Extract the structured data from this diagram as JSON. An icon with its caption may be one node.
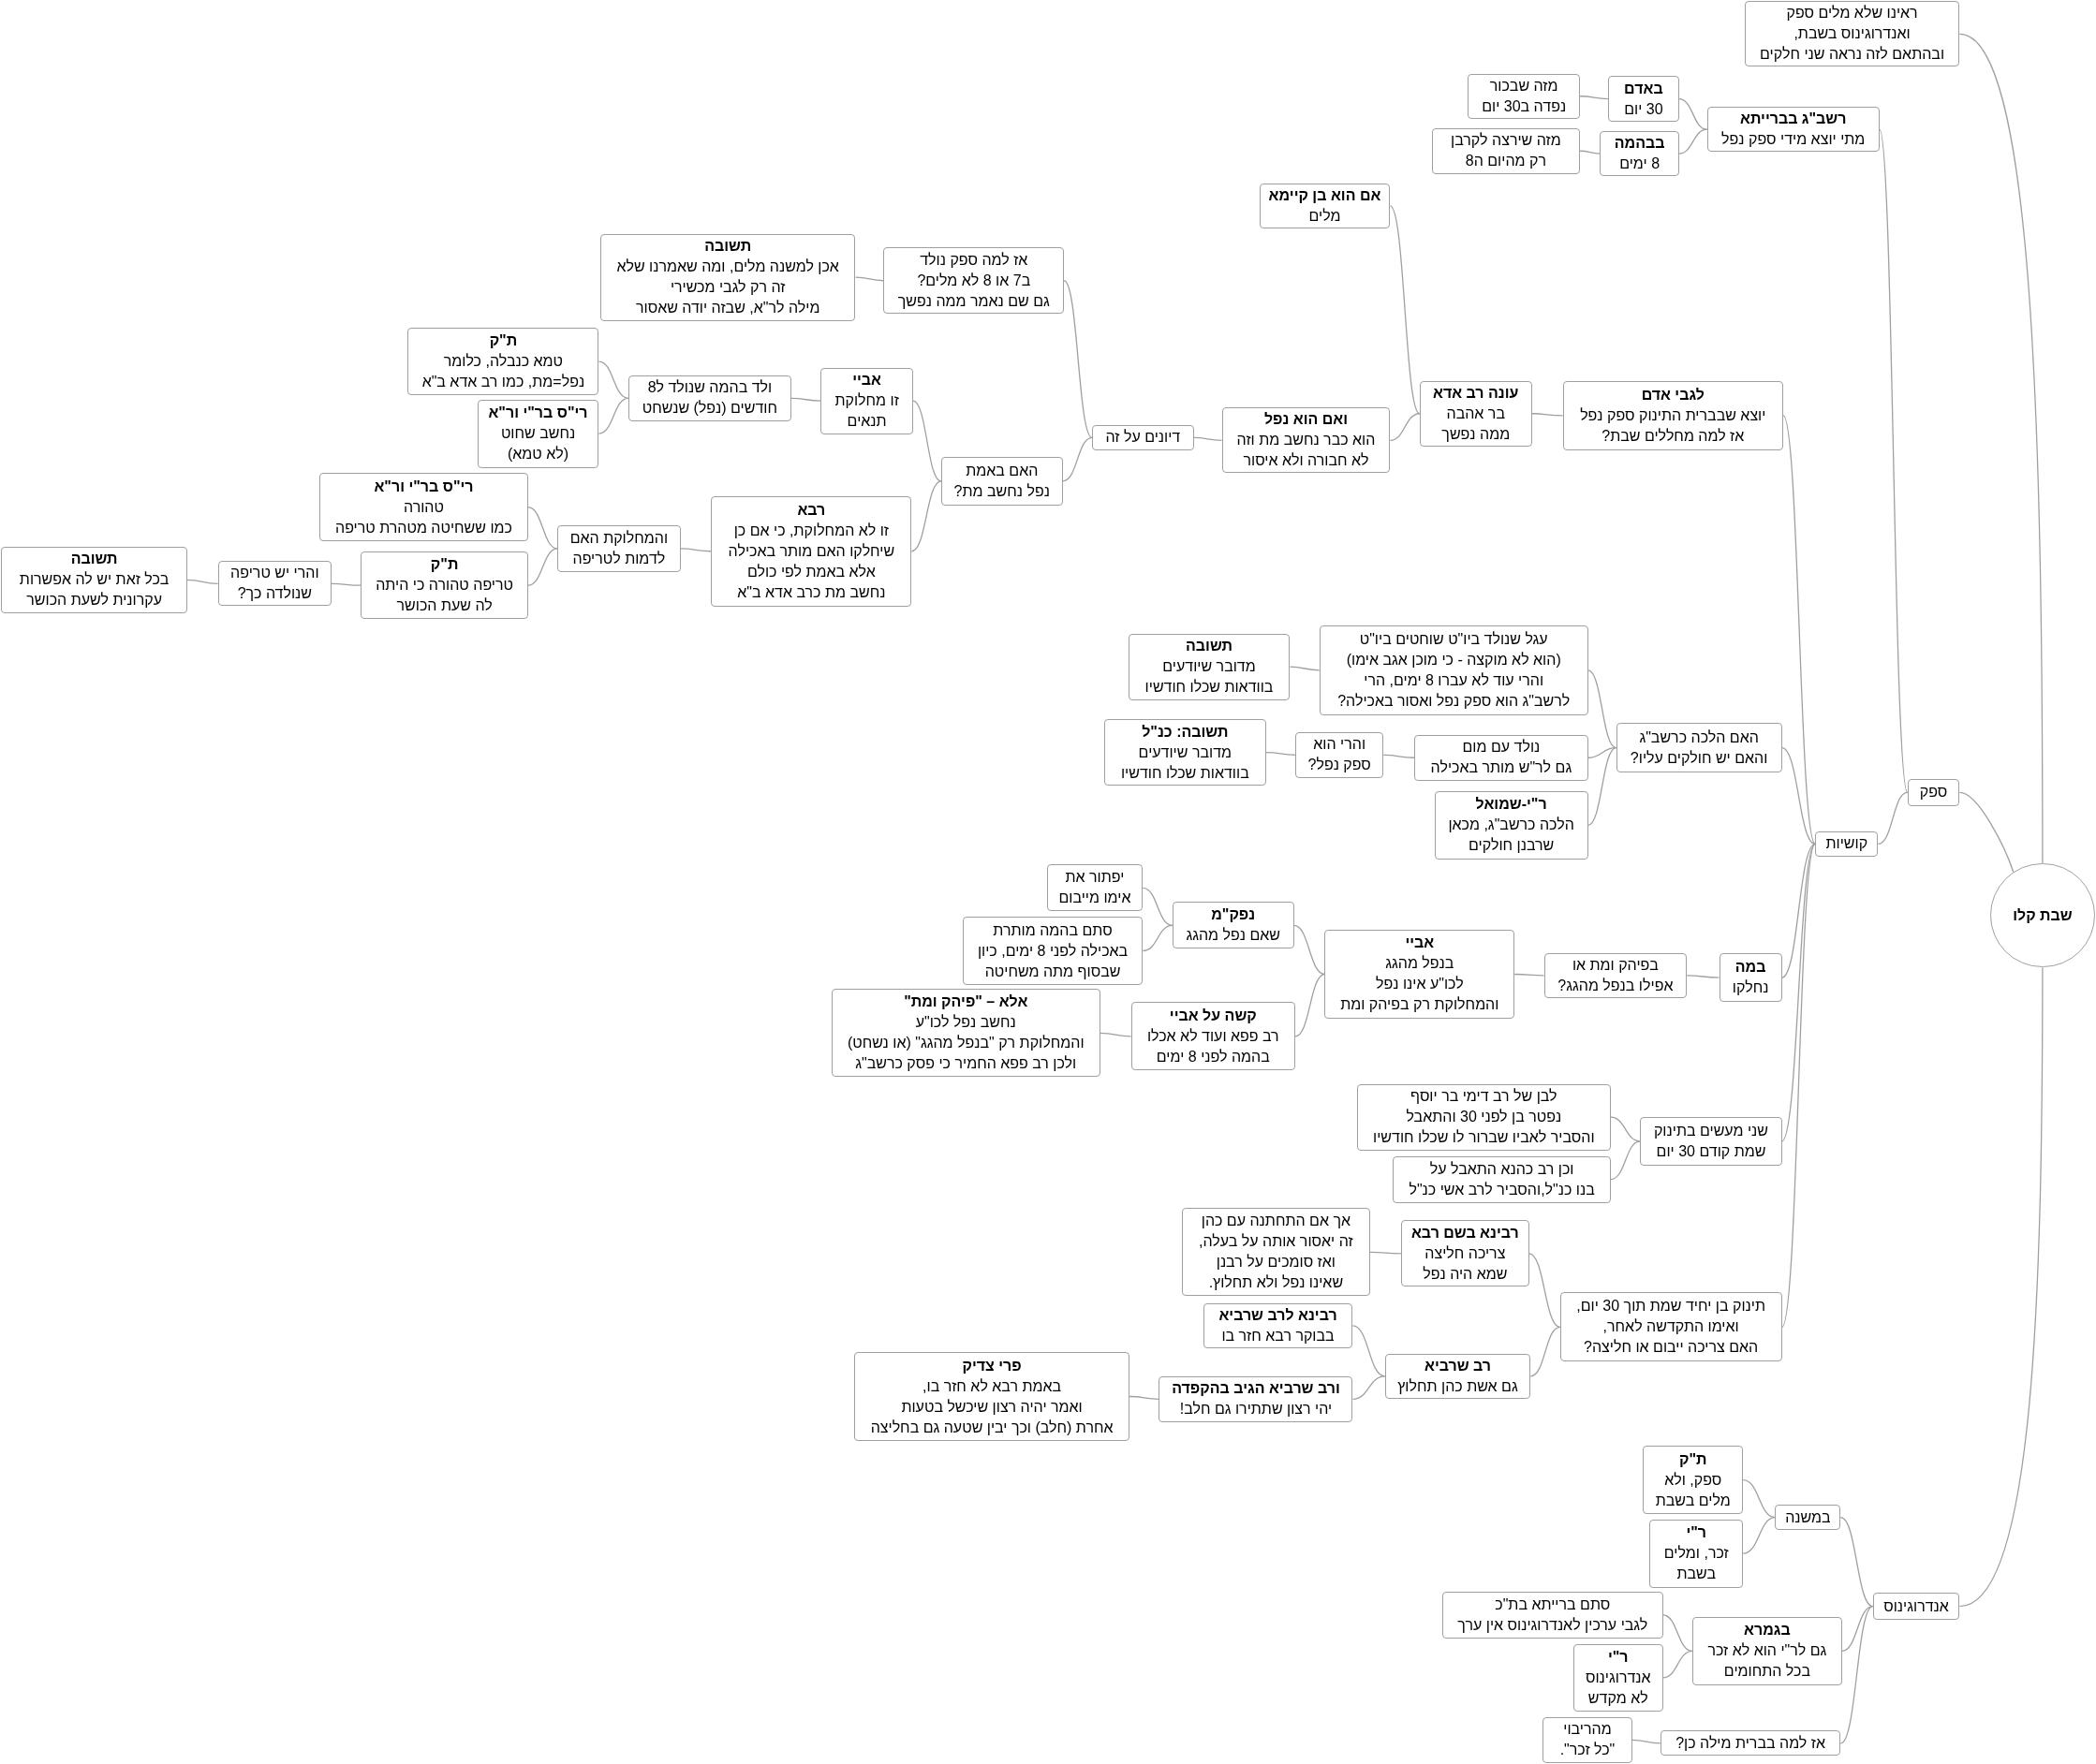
{
  "diagram": {
    "nodes": [
      {
        "text": [
          "שבת קלו"
        ]
      },
      {
        "text": [
          "ראינו שלא מלים ספק ואנדרוגינוס בשבת, ובהתאם לזה נראה שני חלקים"
        ]
      },
      {
        "text": [
          "ספק"
        ]
      },
      {
        "text": [
          "רשב\"ג בברייתא",
          "מתי יוצא מידי ספק נפל"
        ]
      },
      {
        "text": [
          "באדם",
          "30 יום"
        ]
      },
      {
        "text": [
          "מזה שבכור נפדה ב30 יום"
        ]
      },
      {
        "text": [
          "בבהמה",
          "8 ימים"
        ]
      },
      {
        "text": [
          "מזה שירצה לקרבן רק מהיום ה8"
        ]
      },
      {
        "text": [
          "קושיות"
        ]
      },
      {
        "text": [
          "לגבי אדם",
          "יוצא שבברית התינוק ספק נפל אז למה מחללים שבת?"
        ]
      },
      {
        "text": [
          "עונה רב אדא",
          "בר אהבה ממה נפשך"
        ]
      },
      {
        "text": [
          "אם הוא בן קיימא",
          "מלים"
        ]
      },
      {
        "text": [
          "ואם הוא נפל",
          "הוא כבר נחשב מת וזה לא חבורה ולא איסור"
        ]
      },
      {
        "text": [
          "דיונים על זה"
        ]
      },
      {
        "text": [
          "אז למה ספק נולד ב7 או 8 לא מלים? גם שם נאמר ממה נפשך"
        ]
      },
      {
        "text": [
          "תשובה",
          "אכן למשנה מלים, ומה שאמרנו שלא זה רק לגבי מכשירי מילה לר\"א, שבזה יודה שאסור"
        ]
      },
      {
        "text": [
          "האם באמת נפל נחשב מת?"
        ]
      },
      {
        "text": [
          "אביי",
          "זו מחלוקת תנאים"
        ]
      },
      {
        "text": [
          "ולד בהמה שנולד ל8 חודשים (נפל) שנשחט"
        ]
      },
      {
        "text": [
          "ת\"ק",
          "טמא כנבלה, כלומר נפל=מת, כמו רב אדא ב\"א"
        ]
      },
      {
        "text": [
          "רי\"ס בר\"י ור\"א",
          "נחשב שחוט (לא טמא)"
        ]
      },
      {
        "text": [
          "רבא",
          "זו לא המחלוקת, כי אם כן שיחלקו האם מותר באכילה אלא באמת לפי כולם נחשב מת כרב אדא ב\"א"
        ]
      },
      {
        "text": [
          "והמחלוקת האם לדמות לטריפה"
        ]
      },
      {
        "text": [
          "רי\"ס בר\"י ור\"א",
          "טהורה כמו ששחיטה מטהרת טריפה"
        ]
      },
      {
        "text": [
          "ת\"ק",
          "טריפה טהורה כי היתה לה שעת הכושר"
        ]
      },
      {
        "text": [
          "והרי יש טריפה שנולדה כך?"
        ]
      },
      {
        "text": [
          "תשובה",
          "בכל זאת יש לה אפשרות עקרונית לשעת הכושר"
        ]
      },
      {
        "text": [
          "האם הלכה כרשב\"ג והאם יש חולקים עליו?"
        ]
      },
      {
        "text": [
          "עגל שנולד ביו\"ט שוחטים ביו\"ט (הוא לא מוקצה - כי מוכן אגב אימו) והרי עוד לא עברו 8 ימים, הרי לרשב\"ג הוא ספק נפל ואסור באכילה?"
        ]
      },
      {
        "text": [
          "תשובה",
          "מדובר שיודעים בוודאות שכלו חודשיו"
        ]
      },
      {
        "text": [
          "נולד עם מום גם לר\"ש מותר באכילה"
        ]
      },
      {
        "text": [
          "והרי הוא ספק נפל?"
        ]
      },
      {
        "text": [
          "תשובה: כנ\"ל",
          "מדובר שיודעים בוודאות שכלו חודשיו"
        ]
      },
      {
        "text": [
          "ר\"י-שמואל",
          "הלכה כרשב\"ג, מכאן שרבנן חולקים"
        ]
      },
      {
        "text": [
          "במה",
          "נחלקו"
        ]
      },
      {
        "text": [
          "בפיהק ומת או אפילו בנפל מהגג?"
        ]
      },
      {
        "text": [
          "אביי",
          "בנפל מהגג לכו\"ע אינו נפל והמחלוקת רק בפיהק ומת"
        ]
      },
      {
        "text": [
          "נפק\"מ",
          "שאם נפל מהגג"
        ]
      },
      {
        "text": [
          "יפתור את אימו מייבום"
        ]
      },
      {
        "text": [
          "סתם בהמה מותרת באכילה לפני 8 ימים, כיון שבסוף מתה משחיטה"
        ]
      },
      {
        "text": [
          "קשה על אביי",
          "רב פפא ועוד לא אכלו בהמה לפני 8 ימים"
        ]
      },
      {
        "text": [
          "אלא – \"פיהק ומת\"",
          "נחשב נפל לכו\"ע והמחלוקת רק \"בנפל מהגג\" (או נשחט) ולכן רב פפא החמיר כי פסק כרשב\"ג"
        ]
      },
      {
        "text": [
          "שני מעשים בתינוק שמת קודם 30 יום"
        ]
      },
      {
        "text": [
          "לבן של רב דימי בר יוסף נפטר בן לפני 30 והתאבל והסביר לאביו שברור לו שכלו חודשיו"
        ]
      },
      {
        "text": [
          "וכן רב כהנא התאבל על בנו כנ\"ל,והסביר לרב אשי כנ\"ל"
        ]
      },
      {
        "text": [
          "תינוק בן יחיד שמת תוך 30 יום, ואימו התקדשה לאחר, האם צריכה ייבום או חליצה?"
        ]
      },
      {
        "text": [
          "רבינא בשם רבא",
          "צריכה חליצה שמא היה נפל"
        ]
      },
      {
        "text": [
          "אך אם התחתנה עם כהן זה יאסור אותה על בעלה, ואז סומכים על רבנן שאינו נפל ולא תחלוץ."
        ]
      },
      {
        "text": [
          "רב שרביא",
          "גם אשת כהן תחלוץ"
        ]
      },
      {
        "text": [
          "רבינא לרב שרביא",
          "בבוקר רבא חזר בו"
        ]
      },
      {
        "text": [
          "ורב שרביא הגיב בהקפדה",
          "יהי רצון שתתירו גם חלב!"
        ]
      },
      {
        "text": [
          "פרי צדיק",
          "באמת רבא לא חזר בו, ואמר יהיה רצון שיכשל בטעות אחרת (חלב) וכך יבין שטעה גם בחליצה"
        ]
      },
      {
        "text": [
          "אנדרוגינוס"
        ]
      },
      {
        "text": [
          "במשנה"
        ]
      },
      {
        "text": [
          "ת\"ק",
          "ספק, ולא מלים בשבת"
        ]
      },
      {
        "text": [
          "ר\"י",
          "זכר, ומלים בשבת"
        ]
      },
      {
        "text": [
          "בגמרא",
          "גם לר\"י הוא לא זכר בכל התחומים"
        ]
      },
      {
        "text": [
          "סתם ברייתא בת\"כ לגבי ערכין לאנדרוגינוס אין ערך"
        ]
      },
      {
        "text": [
          "ר\"י",
          "אנדרוגינוס לא מקדש"
        ]
      },
      {
        "text": [
          "אז למה בברית מילה כן?"
        ]
      },
      {
        "text": [
          "מהריבוי \"כל זכר\"."
        ]
      }
    ],
    "edges": [
      {
        "from": 0,
        "to": 1,
        "arrow": "none"
      },
      {
        "from": 0,
        "to": 2,
        "arrow": "none"
      },
      {
        "from": 0,
        "to": 52,
        "arrow": "none"
      },
      {
        "from": 2,
        "to": 3,
        "arrow": "none"
      },
      {
        "from": 3,
        "to": 4,
        "arrow": "none"
      },
      {
        "from": 4,
        "to": 5,
        "arrow": "none"
      },
      {
        "from": 3,
        "to": 6,
        "arrow": "none"
      },
      {
        "from": 6,
        "to": 7,
        "arrow": "none"
      },
      {
        "from": 2,
        "to": 8,
        "arrow": "none"
      },
      {
        "from": 8,
        "to": 9,
        "arrow": "none"
      },
      {
        "from": 9,
        "to": 10,
        "arrow": "none"
      },
      {
        "from": 10,
        "to": 11,
        "arrow": "none"
      },
      {
        "from": 10,
        "to": 12,
        "arrow": "none"
      },
      {
        "from": 12,
        "to": 13,
        "arrow": "none"
      },
      {
        "from": 13,
        "to": 14,
        "arrow": "none"
      },
      {
        "from": 14,
        "to": 15,
        "arrow": "none"
      },
      {
        "from": 13,
        "to": 16,
        "arrow": "none"
      },
      {
        "from": 16,
        "to": 17,
        "arrow": "none"
      },
      {
        "from": 17,
        "to": 18,
        "arrow": "none"
      },
      {
        "from": 18,
        "to": 19,
        "arrow": "none"
      },
      {
        "from": 18,
        "to": 20,
        "arrow": "none"
      },
      {
        "from": 16,
        "to": 21,
        "arrow": "none"
      },
      {
        "from": 21,
        "to": 22,
        "arrow": "none"
      },
      {
        "from": 22,
        "to": 23,
        "arrow": "none"
      },
      {
        "from": 22,
        "to": 24,
        "arrow": "none"
      },
      {
        "from": 24,
        "to": 25,
        "arrow": "none"
      },
      {
        "from": 25,
        "to": 26,
        "arrow": "none"
      },
      {
        "from": 8,
        "to": 27,
        "arrow": "none"
      },
      {
        "from": 27,
        "to": 28,
        "arrow": "none"
      },
      {
        "from": 28,
        "to": 29,
        "arrow": "none"
      },
      {
        "from": 27,
        "to": 30,
        "arrow": "none"
      },
      {
        "from": 30,
        "to": 31,
        "arrow": "none"
      },
      {
        "from": 31,
        "to": 32,
        "arrow": "none"
      },
      {
        "from": 27,
        "to": 33,
        "arrow": "none"
      },
      {
        "from": 8,
        "to": 34,
        "arrow": "none"
      },
      {
        "from": 34,
        "to": 35,
        "arrow": "none"
      },
      {
        "from": 35,
        "to": 36,
        "arrow": "none"
      },
      {
        "from": 36,
        "to": 37,
        "arrow": "none"
      },
      {
        "from": 37,
        "to": 38,
        "arrow": "none"
      },
      {
        "from": 37,
        "to": 39,
        "arrow": "none"
      },
      {
        "from": 36,
        "to": 40,
        "arrow": "none"
      },
      {
        "from": 40,
        "to": 41,
        "arrow": "none"
      },
      {
        "from": 8,
        "to": 42,
        "arrow": "none"
      },
      {
        "from": 42,
        "to": 43,
        "arrow": "none"
      },
      {
        "from": 42,
        "to": 44,
        "arrow": "none"
      },
      {
        "from": 8,
        "to": 45,
        "arrow": "none"
      },
      {
        "from": 45,
        "to": 46,
        "arrow": "none"
      },
      {
        "from": 46,
        "to": 47,
        "arrow": "none"
      },
      {
        "from": 45,
        "to": 48,
        "arrow": "none"
      },
      {
        "from": 48,
        "to": 49,
        "arrow": "none"
      },
      {
        "from": 48,
        "to": 50,
        "arrow": "none"
      },
      {
        "from": 50,
        "to": 51,
        "arrow": "none"
      },
      {
        "from": 52,
        "to": 53,
        "arrow": "none"
      },
      {
        "from": 53,
        "to": 54,
        "arrow": "none"
      },
      {
        "from": 53,
        "to": 55,
        "arrow": "none"
      },
      {
        "from": 52,
        "to": 56,
        "arrow": "none"
      },
      {
        "from": 56,
        "to": 57,
        "arrow": "none"
      },
      {
        "from": 56,
        "to": 58,
        "arrow": "none"
      },
      {
        "from": 52,
        "to": 59,
        "arrow": "none"
      },
      {
        "from": 59,
        "to": 60,
        "arrow": "none"
      }
    ]
  }
}
